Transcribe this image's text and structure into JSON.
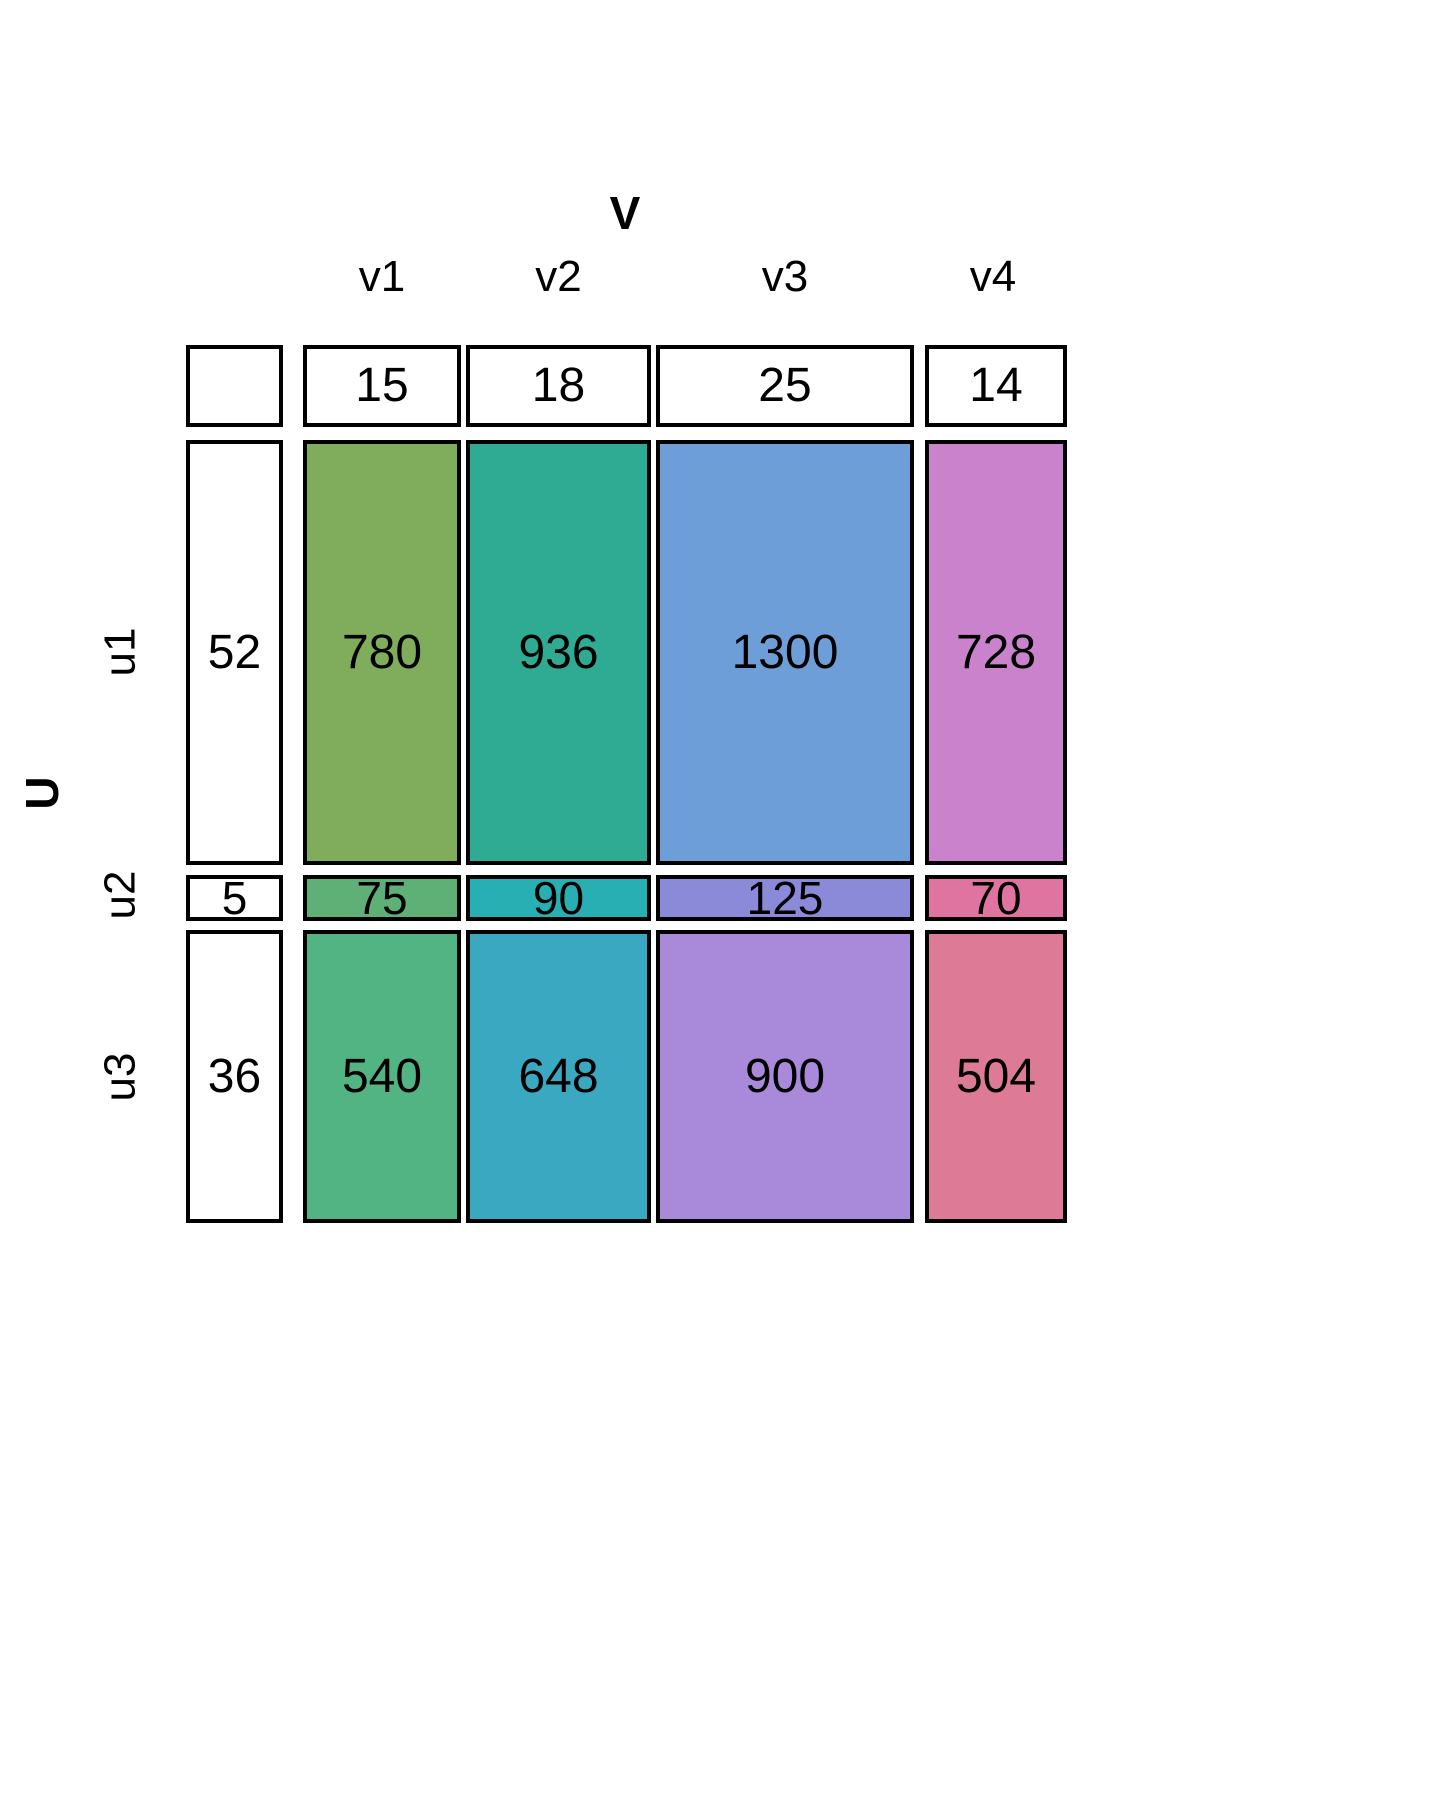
{
  "titles": {
    "v_axis": "V",
    "u_axis": "U"
  },
  "chart_data": {
    "type": "heatmap",
    "title": "",
    "xlabel": "V",
    "ylabel": "U",
    "grid": false,
    "legend": "none",
    "col_categories": [
      "v1",
      "v2",
      "v3",
      "v4"
    ],
    "row_categories": [
      "u1",
      "u2",
      "u3"
    ],
    "col_margins": [
      15,
      18,
      25,
      14
    ],
    "row_margins": [
      52,
      5,
      36
    ],
    "corner_label": "",
    "cells": [
      [
        780,
        936,
        1300,
        728
      ],
      [
        75,
        90,
        125,
        70
      ],
      [
        540,
        648,
        900,
        504
      ]
    ],
    "cell_colors": [
      [
        "#7fad5c",
        "#2eab92",
        "#6e9ed8",
        "#cb82cd"
      ],
      [
        "#5fb077",
        "#27afb3",
        "#8b8ad9",
        "#e074a0"
      ],
      [
        "#52b483",
        "#3aa8c0",
        "#a98ada",
        "#dd7a96"
      ]
    ],
    "outline_color": "#000000",
    "background_color": "#ffffff"
  },
  "col_labels": [
    "v1",
    "v2",
    "v3",
    "v4"
  ],
  "row_labels": [
    "u1",
    "u2",
    "u3"
  ],
  "header_values": [
    "15",
    "18",
    "25",
    "14"
  ],
  "row_header_values": [
    "52",
    "5",
    "36"
  ],
  "cell_values": {
    "u1_v1": "780",
    "u1_v2": "936",
    "u1_v3": "1300",
    "u1_v4": "728",
    "u2_v1": "75",
    "u2_v2": "90",
    "u2_v3": "125",
    "u2_v4": "70",
    "u3_v1": "540",
    "u3_v2": "648",
    "u3_v3": "900",
    "u3_v4": "504"
  }
}
